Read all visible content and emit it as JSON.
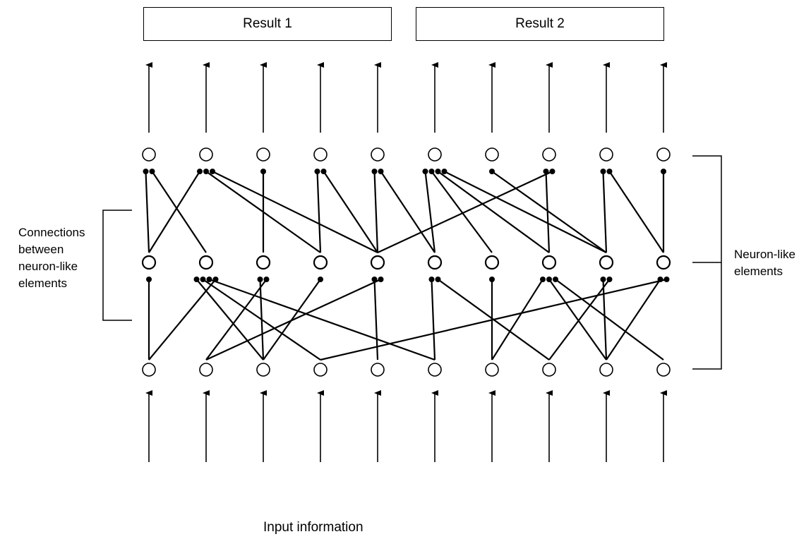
{
  "results": [
    "Result 1",
    "Result 2"
  ],
  "labels": {
    "connections": "Connections between neuron-like elements",
    "neurons": "Neuron-like elements",
    "input": "Input information"
  },
  "diagram": {
    "layer_count": 3,
    "neurons_per_layer": 10,
    "connections_lower": [
      [
        0,
        0
      ],
      [
        1,
        2
      ],
      [
        1,
        3
      ],
      [
        1,
        5
      ],
      [
        1,
        0
      ],
      [
        2,
        2
      ],
      [
        2,
        1
      ],
      [
        3,
        2
      ],
      [
        4,
        4
      ],
      [
        4,
        1
      ],
      [
        5,
        5
      ],
      [
        5,
        7
      ],
      [
        6,
        6
      ],
      [
        7,
        6
      ],
      [
        7,
        8
      ],
      [
        7,
        9
      ],
      [
        8,
        8
      ],
      [
        8,
        7
      ],
      [
        9,
        8
      ],
      [
        9,
        3
      ]
    ],
    "connections_upper": [
      [
        0,
        0
      ],
      [
        0,
        1
      ],
      [
        1,
        0
      ],
      [
        1,
        3
      ],
      [
        1,
        4
      ],
      [
        2,
        2
      ],
      [
        3,
        3
      ],
      [
        3,
        4
      ],
      [
        4,
        4
      ],
      [
        4,
        5
      ],
      [
        5,
        5
      ],
      [
        5,
        6
      ],
      [
        5,
        7
      ],
      [
        5,
        8
      ],
      [
        6,
        8
      ],
      [
        7,
        7
      ],
      [
        7,
        4
      ],
      [
        8,
        8
      ],
      [
        8,
        9
      ],
      [
        9,
        9
      ]
    ]
  },
  "colors": {
    "stroke": "#000000",
    "background": "#ffffff"
  }
}
